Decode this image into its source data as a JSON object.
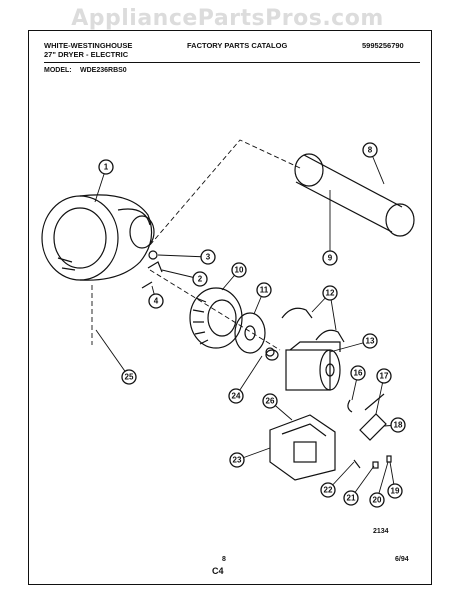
{
  "watermark": "AppliancePartsPros.com",
  "header": {
    "brand": "WHITE-WESTINGHOUSE",
    "product": "27\" DRYER - ELECTRIC",
    "catalog": "FACTORY PARTS CATALOG",
    "catalog_number": "5995256790",
    "model_label": "MODEL:",
    "model_number": "WDE236RBS0"
  },
  "callouts": [
    "1",
    "2",
    "3",
    "4",
    "8",
    "9",
    "10",
    "11",
    "12",
    "13",
    "16",
    "17",
    "18",
    "19",
    "20",
    "21",
    "22",
    "23",
    "24",
    "25",
    "26"
  ],
  "footer": {
    "drawing_number": "2134",
    "page_number": "8",
    "date": "6/94",
    "section": "C4"
  }
}
